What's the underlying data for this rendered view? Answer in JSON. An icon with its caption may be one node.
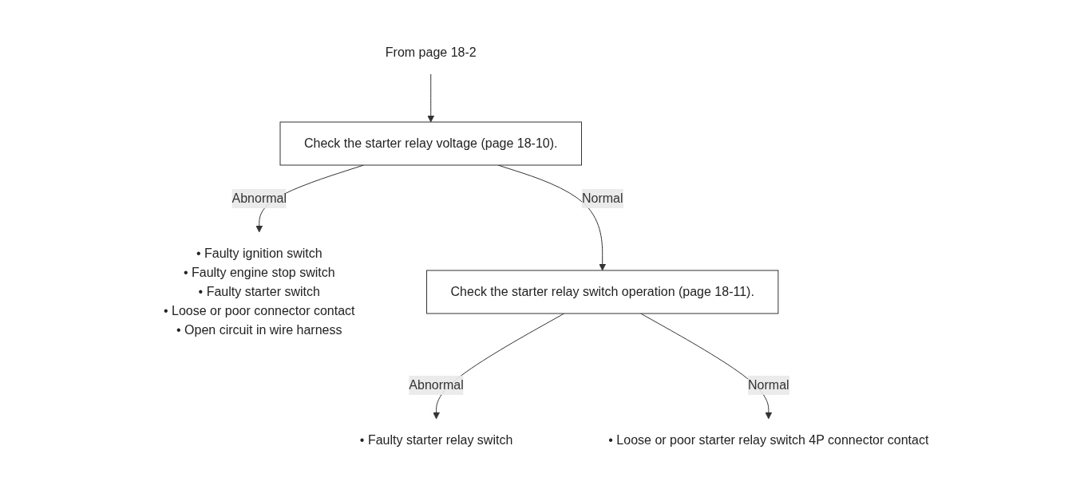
{
  "diagram": {
    "nodes": [
      {
        "text": [
          "From page 18-2"
        ]
      },
      {
        "text": [
          "Check the starter relay voltage (page 18-10)."
        ]
      },
      {
        "text": [
          "• Faulty ignition switch",
          "• Faulty engine stop switch",
          "• Faulty starter switch",
          "• Loose or poor connector contact",
          "• Open circuit in wire harness"
        ]
      },
      {
        "text": [
          "Check the starter relay switch operation (page 18-11)."
        ]
      },
      {
        "text": [
          "• Faulty starter relay switch"
        ]
      },
      {
        "text": [
          "• Loose or poor starter relay switch 4P connector contact"
        ]
      }
    ],
    "edges": [
      {
        "from": 0,
        "to": 1,
        "arrow": "to"
      },
      {
        "from": 1,
        "to": 2,
        "arrow": "to",
        "label": "Abnormal"
      },
      {
        "from": 1,
        "to": 3,
        "arrow": "to",
        "label": "Normal"
      },
      {
        "from": 3,
        "to": 4,
        "arrow": "to",
        "label": "Abnormal"
      },
      {
        "from": 3,
        "to": 5,
        "arrow": "to",
        "label": "Normal"
      }
    ]
  }
}
